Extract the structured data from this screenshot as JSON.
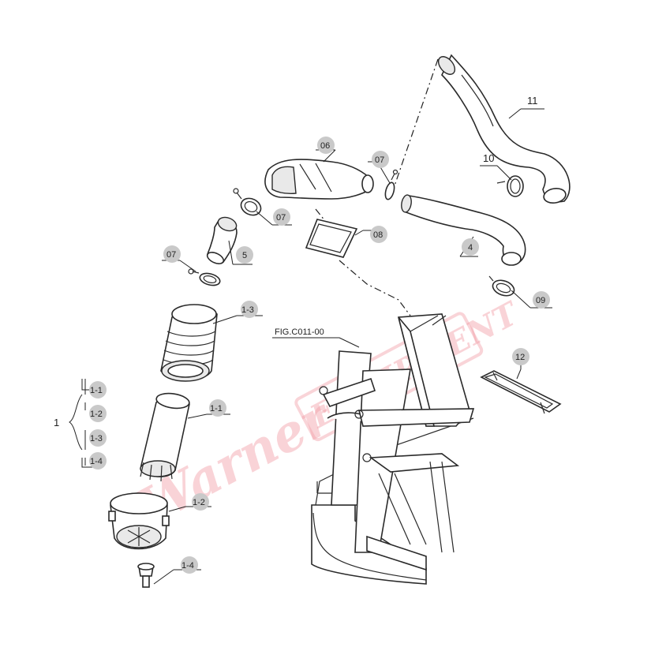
{
  "callouts": {
    "c11": "11",
    "c10": "10",
    "c06": "06",
    "c07a": "07",
    "c07b": "07",
    "c07c": "07",
    "c08": "08",
    "c4": "4",
    "c5": "5",
    "c09": "09",
    "c13": "1-3",
    "c11a": "1-1",
    "c12": "1-2",
    "c13b": "1-3",
    "c14": "1-4",
    "c11b": "1-1",
    "c12b": "1-2",
    "c14b": "1-4",
    "group1": "1",
    "c12num": "12"
  },
  "reference": {
    "fig": "FIG.C011-00"
  },
  "watermark": {
    "text": "Warner",
    "boxed": "EQUIPMENT"
  }
}
